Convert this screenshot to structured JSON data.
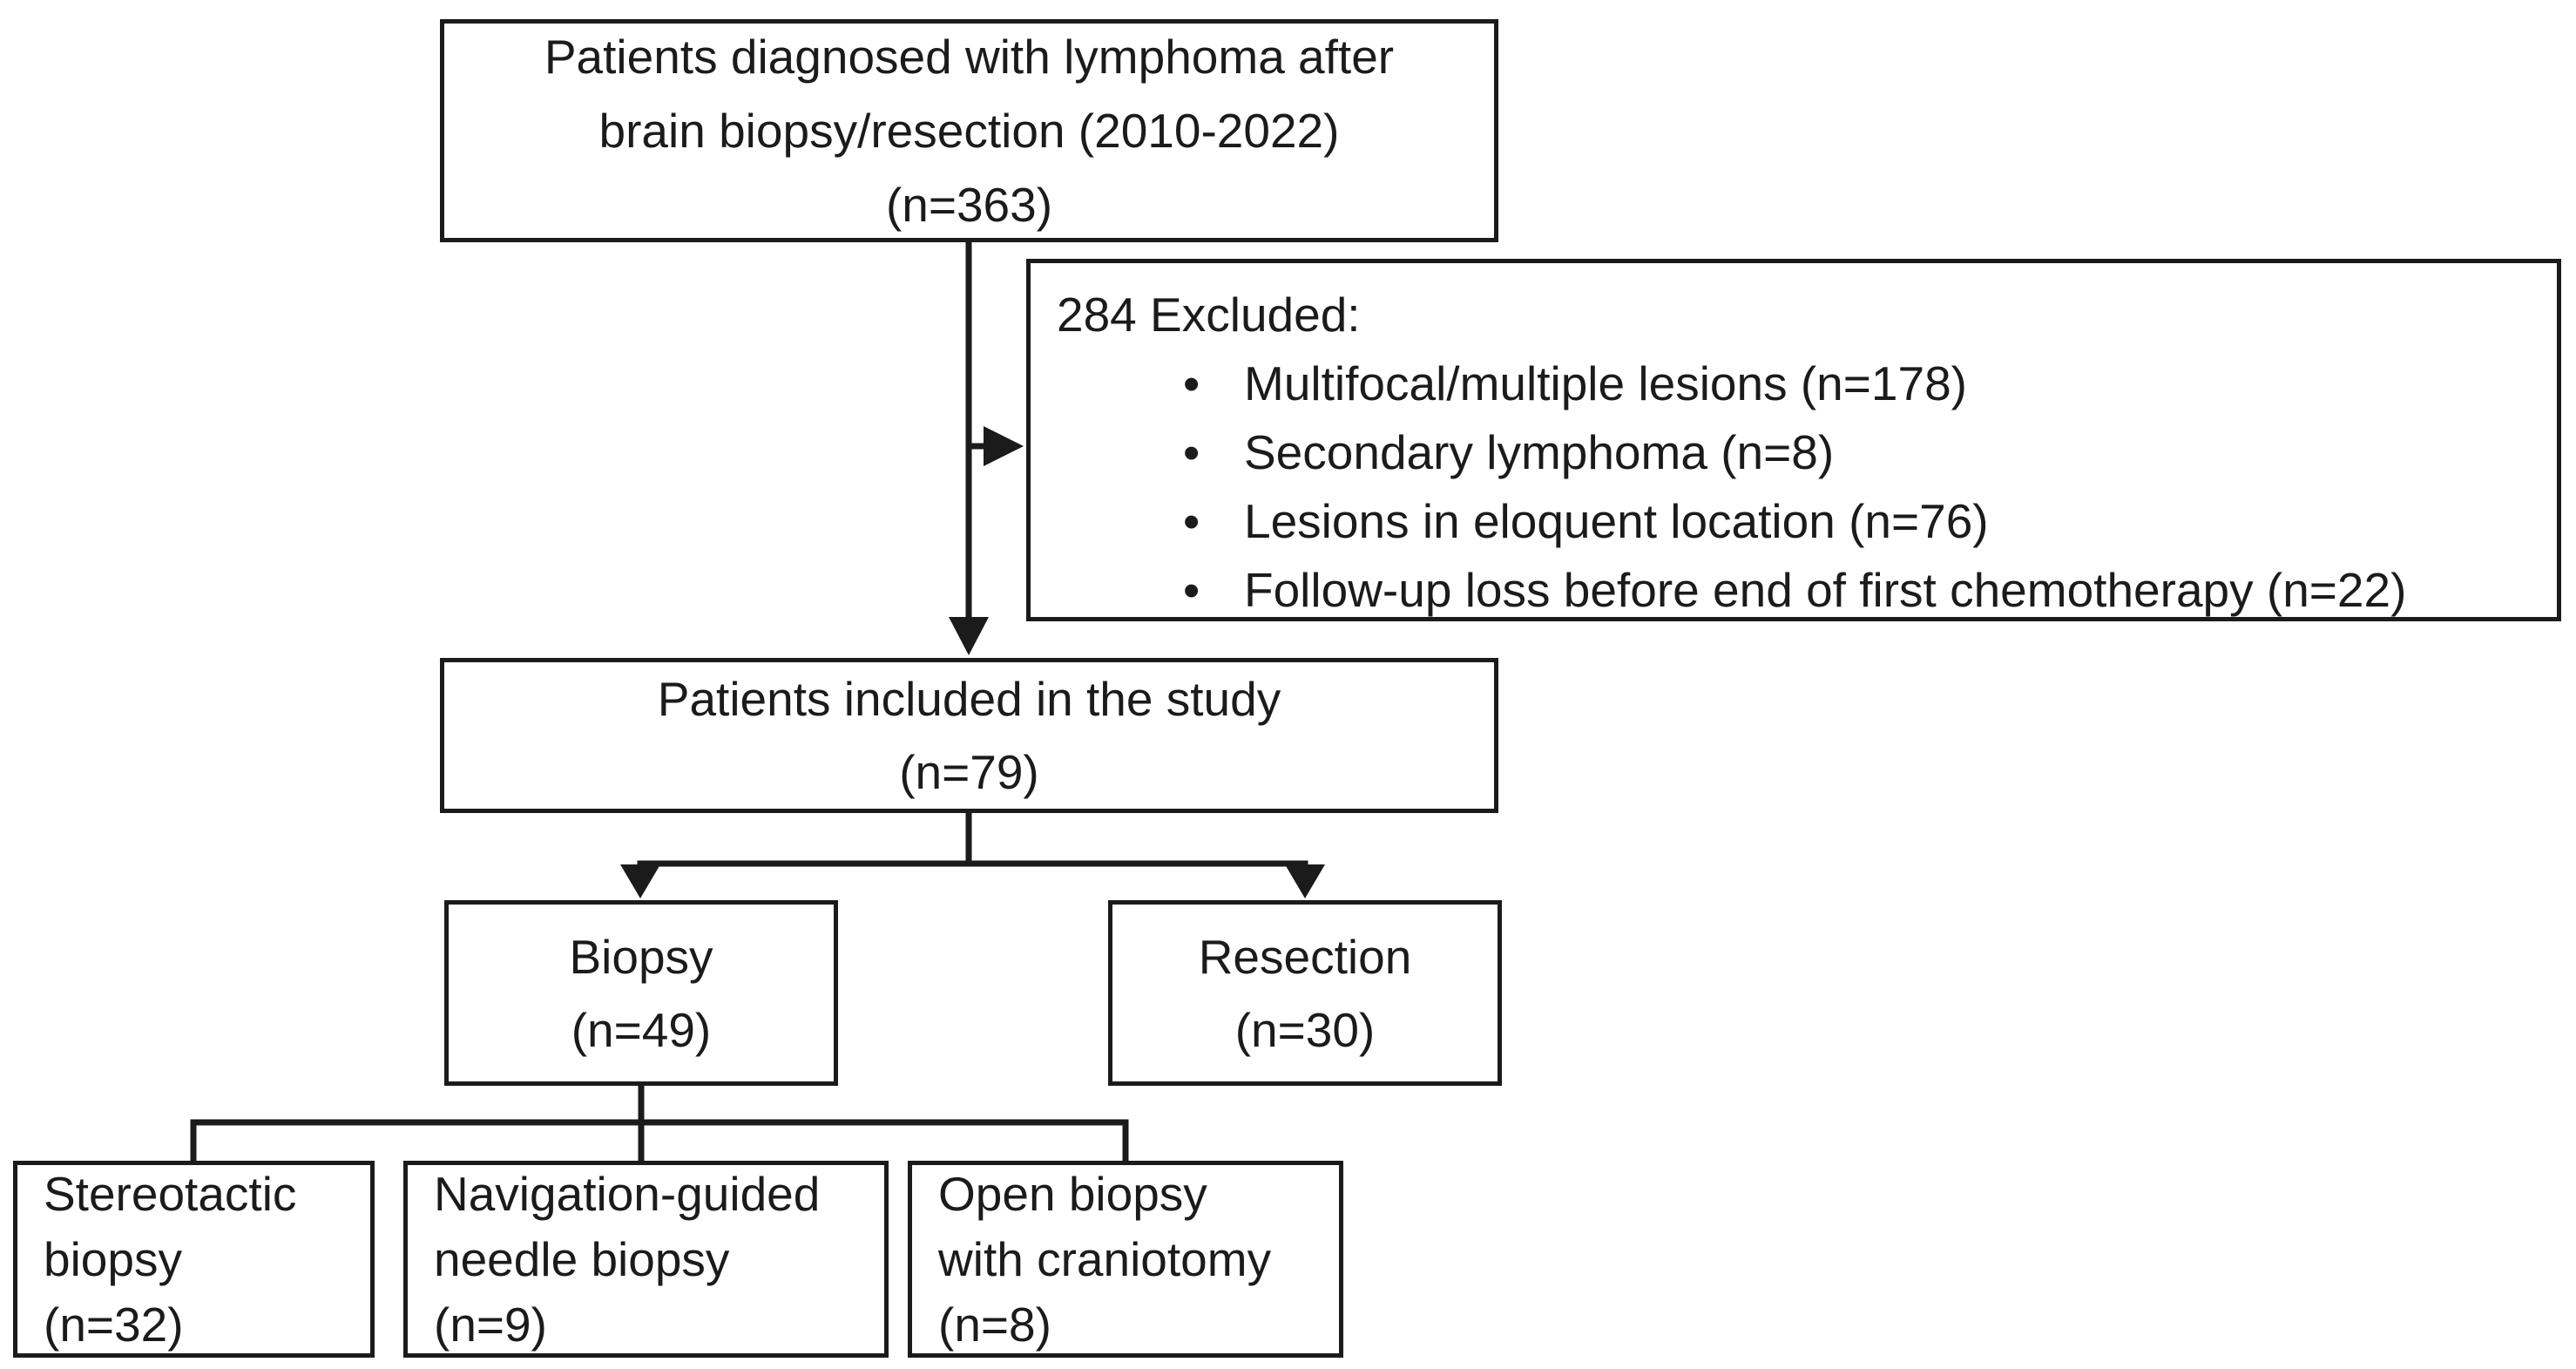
{
  "glyphs": {
    "bullet": "•"
  },
  "diagram": {
    "type": "flowchart",
    "colors": {
      "line": "#1b1b1b",
      "text": "#1b1b1b",
      "background": "#ffffff"
    },
    "nodes": {
      "initial": {
        "line1": "Patients diagnosed with lymphoma after",
        "line2": "brain biopsy/resection (2010-2022)",
        "line3": "(n=363)"
      },
      "excluded": {
        "heading": "284 Excluded:",
        "items": [
          "Multifocal/multiple lesions (n=178)",
          "Secondary lymphoma (n=8)",
          "Lesions in eloquent location (n=76)",
          "Follow-up loss before end of first chemotherapy (n=22)"
        ]
      },
      "included": {
        "line1": "Patients included in the study",
        "line2": "(n=79)"
      },
      "biopsy": {
        "line1": "Biopsy",
        "line2": "(n=49)"
      },
      "resection": {
        "line1": "Resection",
        "line2": "(n=30)"
      },
      "stereotactic_biopsy": {
        "line1": "Stereotactic",
        "line2": "biopsy",
        "line3": "(n=32)"
      },
      "navigation_biopsy": {
        "line1": "Navigation-guided",
        "line2": "needle biopsy",
        "line3": "(n=9)"
      },
      "open_biopsy": {
        "line1": "Open biopsy",
        "line2": "with craniotomy",
        "line3": "(n=8)"
      }
    },
    "edges": [
      {
        "from": "initial",
        "to": "excluded",
        "arrow": true
      },
      {
        "from": "initial",
        "to": "included",
        "arrow": true
      },
      {
        "from": "included",
        "to": "biopsy",
        "arrow": true
      },
      {
        "from": "included",
        "to": "resection",
        "arrow": true
      },
      {
        "from": "biopsy",
        "to": "stereotactic_biopsy",
        "arrow": false
      },
      {
        "from": "biopsy",
        "to": "navigation_biopsy",
        "arrow": false
      },
      {
        "from": "biopsy",
        "to": "open_biopsy",
        "arrow": false
      }
    ]
  }
}
